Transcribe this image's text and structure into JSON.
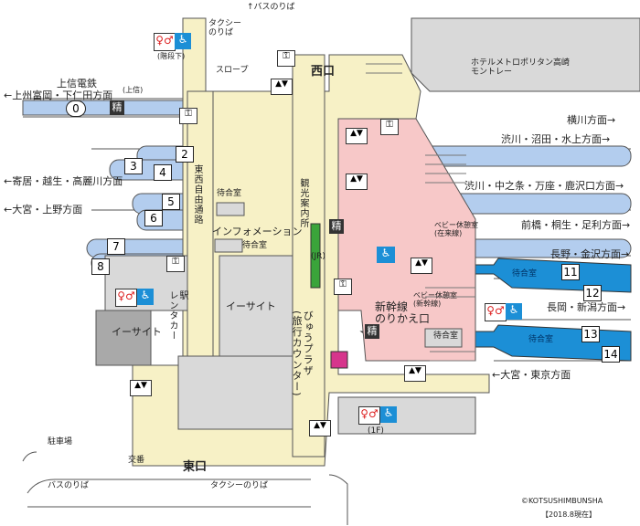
{
  "labels": {
    "bus_top": "↑バスのりば",
    "taxi_top": "タクシー\nのりば",
    "stairs_below": "(階段下)",
    "hotel": "ホテルメトロポリタン高崎\nモントレー",
    "slope": "スロープ",
    "west_exit": "西口",
    "joshin": "上信電鉄",
    "joshin_dir": "←上州富岡・下仁田方面",
    "joshin_upper": "(上信)",
    "yokokawa": "横川方面→",
    "shibukawa1": "渋川・沼田・水上方面→",
    "yorii": "←寄居・越生・高麗川方面",
    "shibukawa2": "渋川・中之条・万座・鹿沢口方面→",
    "omiya_ueno": "←大宮・上野方面",
    "maebashi": "前橋・桐生・足利方面→",
    "nagano": "長野・金沢方面→",
    "niigata": "長岡・新潟方面→",
    "omiya_tokyo": "←大宮・東京方面",
    "tozai": "東西自由通路",
    "waiting1": "待合室",
    "waiting2": "待合室",
    "waiting_shinkansen": "待合室",
    "waiting_p11": "待合室",
    "waiting_p13": "待合室",
    "info": "インフォメーション",
    "tourist": "観光案内所",
    "jr": "(JR)",
    "baby1": "ベビー休憩室\n(在来線)",
    "baby2": "ベビー休憩室\n(新幹線)",
    "transfer": "新幹線\nのりかえ口",
    "eki_rentacar": "駅\nレンタカー",
    "esite1": "イーサイト",
    "esite2": "イーサイト",
    "viewplaza": "びゅうプラザ\n(旅行カウンター)",
    "first_floor": "(1F)",
    "parking": "駐車場",
    "police": "交番",
    "east_exit": "東口",
    "bus_bottom": "バスのりば",
    "taxi_bottom": "タクシーのりば",
    "copyright": "©KOTSUSHIMBUNSHA",
    "date": "【2018.8現在】",
    "sei": "精"
  },
  "platforms": [
    "0",
    "2",
    "3",
    "4",
    "5",
    "6",
    "7",
    "8",
    "11",
    "12",
    "13",
    "14"
  ],
  "colors": {
    "platform_blue": "#b3cdee",
    "shinkansen_blue": "#1c8fd6",
    "shinkansen_pink": "#f3b2b2",
    "concourse_pink": "#f7c8c8",
    "corridor": "#f7f1c6",
    "gray": "#d9d9d9",
    "dark_gray": "#a9a9a9",
    "green": "#3aa43a",
    "magenta": "#d6358c"
  },
  "icons": [
    "restroom-icon",
    "wheelchair-icon",
    "elevator-icon",
    "escalator-icon",
    "coin-locker-icon",
    "ticket-machine-icon"
  ]
}
